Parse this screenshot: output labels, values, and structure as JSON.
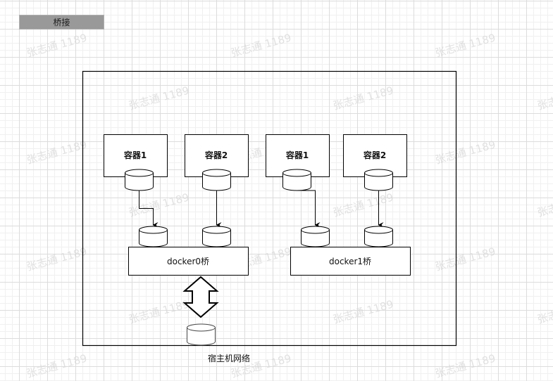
{
  "title": "桥接",
  "watermark_text": "张志通 1189",
  "colors": {
    "title_fill": "#999999",
    "stroke": "#000000",
    "grid_major": "#dcdcdc",
    "grid_minor": "#f0f0f0"
  },
  "host": {
    "label": "宿主机网络"
  },
  "bridges": [
    {
      "name": "docker0桥",
      "containers": [
        {
          "label": "容器1"
        },
        {
          "label": "容器2"
        }
      ]
    },
    {
      "name": "docker1桥",
      "containers": [
        {
          "label": "容器1"
        },
        {
          "label": "容器2"
        }
      ]
    }
  ]
}
